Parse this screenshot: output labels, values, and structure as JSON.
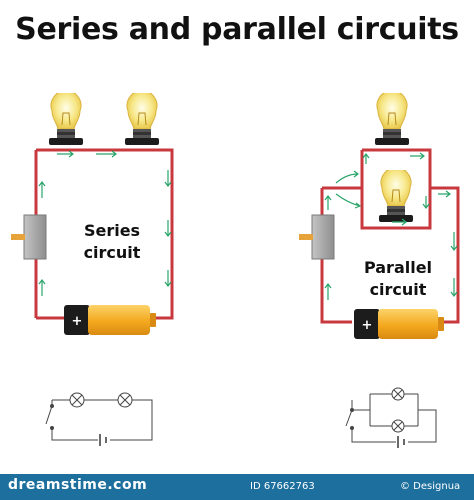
{
  "title": "Series and parallel circuits",
  "series": {
    "label_line1": "Series",
    "label_line2": "circuit"
  },
  "parallel": {
    "label_line1": "Parallel",
    "label_line2": "circuit"
  },
  "battery_symbol": "+",
  "footer": {
    "brand": "dreamstime.com",
    "image_id": "ID 67662763",
    "credit": "© Designua"
  },
  "colors": {
    "wire": "#c8393f",
    "arrow": "#2aa56a",
    "bulb_glow": "#f7e88a",
    "battery_body": "#f3a81e",
    "battery_cap": "#1c1c1c",
    "switch": "#a8a8a8",
    "footer_bg": "#1d6f9e",
    "schematic": "#444444"
  }
}
